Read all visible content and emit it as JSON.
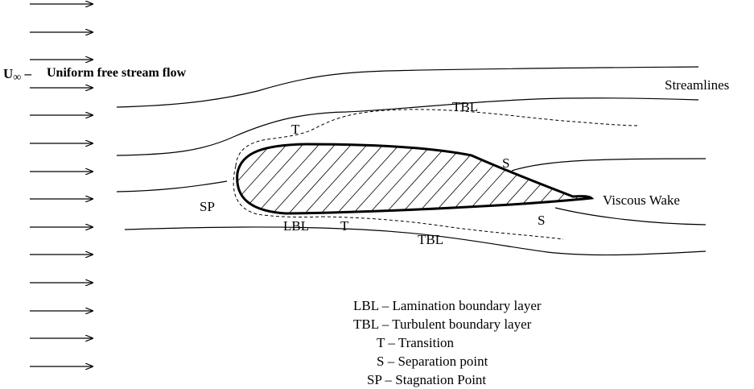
{
  "flow": {
    "symbol": "U",
    "subscript": "∞",
    "dash": "–",
    "description": "Uniform free stream flow"
  },
  "labels": {
    "streamlines": "Streamlines",
    "tbl_top": "TBL",
    "tbl_bottom": "TBL",
    "t_top": "T",
    "t_bottom": "T",
    "s_top": "S",
    "s_bottom": "S",
    "sp": "SP",
    "lbl": "LBL",
    "viscous_wake": "Viscous Wake"
  },
  "legend": [
    {
      "abbr": "LBL",
      "text": "Lamination boundary layer"
    },
    {
      "abbr": "TBL",
      "text": "Turbulent boundary layer"
    },
    {
      "abbr": "T",
      "text": "Transition"
    },
    {
      "abbr": "S",
      "text": "Separation point"
    },
    {
      "abbr": "SP",
      "text": "Stagnation Point"
    }
  ],
  "legend_separator": " – ",
  "colors": {
    "line": "#000000",
    "background": "#ffffff"
  }
}
